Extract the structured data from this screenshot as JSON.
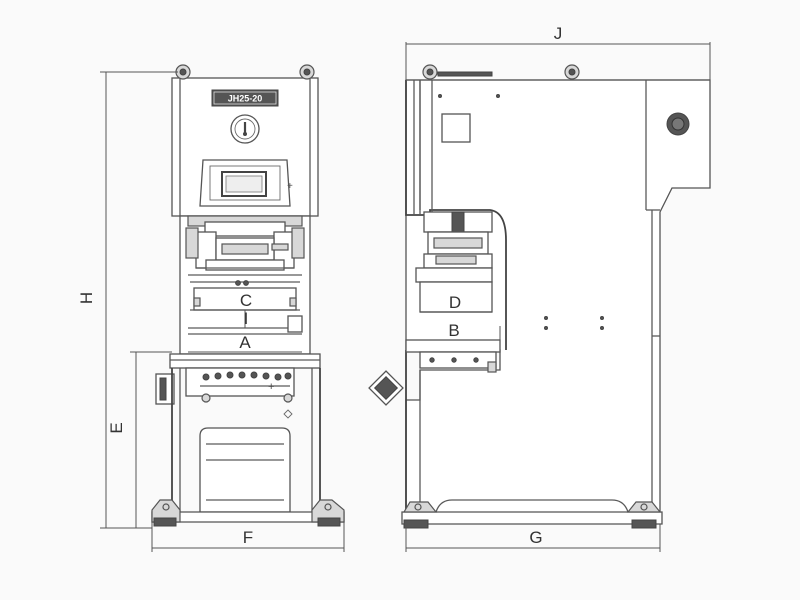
{
  "nameplate": "JH25-20",
  "dimension_labels": {
    "A": "A",
    "B": "B",
    "C": "C",
    "D": "D",
    "E": "E",
    "F": "F",
    "G": "G",
    "H": "H",
    "I": "I",
    "J": "J"
  },
  "colors": {
    "line": "#5a5a5a",
    "background": "#fafafa"
  }
}
